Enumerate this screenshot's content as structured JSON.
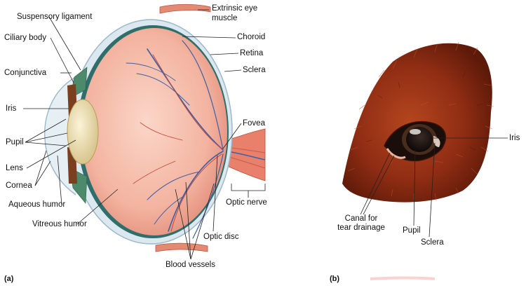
{
  "figure": {
    "panel_a": {
      "tag": "(a)",
      "labels": {
        "suspensory_ligament": "Suspensory ligament",
        "ciliary_body": "Ciliary body",
        "conjunctiva": "Conjunctiva",
        "iris": "Iris",
        "pupil": "Pupil",
        "lens": "Lens",
        "cornea": "Cornea",
        "aqueous_humor": "Aqueous humor",
        "vitreous_humor": "Vitreous humor",
        "extrinsic_eye_muscle_1": "Extrinsic eye",
        "extrinsic_eye_muscle_2": "muscle",
        "choroid": "Choroid",
        "retina": "Retina",
        "sclera": "Sclera",
        "fovea": "Fovea",
        "optic_nerve": "Optic nerve",
        "optic_disc": "Optic disc",
        "blood_vessels": "Blood vessels"
      }
    },
    "panel_b": {
      "tag": "(b)",
      "labels": {
        "iris": "Iris",
        "canal_line1": "Canal for",
        "canal_line2": "tear drainage",
        "pupil": "Pupil",
        "sclera": "Sclera"
      }
    },
    "colors": {
      "eyeball_fill": "#f3b9a6",
      "retina_vessel": "#3f5fa3",
      "choroid_band": "#2f6e6a",
      "sclera_outline": "#c9dbe6",
      "lens": "#efe3b9",
      "iris": "#7a3f1e",
      "muscle": "#e0806a",
      "fur": "#8b2a12",
      "fur_light": "#c0582c"
    }
  }
}
